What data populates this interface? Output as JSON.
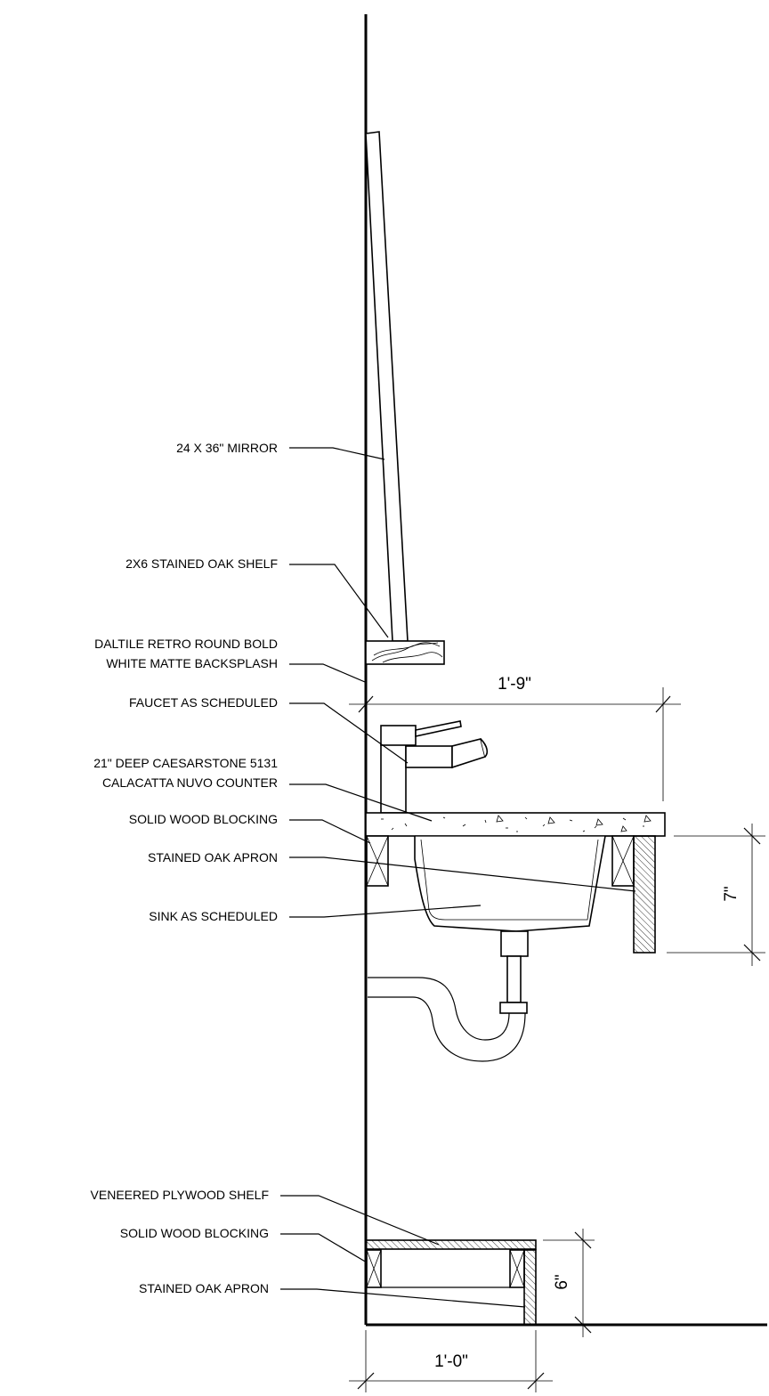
{
  "labels": {
    "mirror": "24 X 36\" MIRROR",
    "shelf": "2X6 STAINED OAK SHELF",
    "backsplash_line1": "DALTILE RETRO ROUND BOLD",
    "backsplash_line2": "WHITE MATTE BACKSPLASH",
    "faucet": "FAUCET AS SCHEDULED",
    "counter_line1": "21\" DEEP CAESARSTONE 5131",
    "counter_line2": "CALACATTA NUVO COUNTER",
    "blocking_upper": "SOLID WOOD BLOCKING",
    "apron_upper": "STAINED OAK APRON",
    "sink": "SINK AS SCHEDULED",
    "plywood_shelf": "VENEERED PLYWOOD SHELF",
    "blocking_lower": "SOLID WOOD BLOCKING",
    "apron_lower": "STAINED OAK APRON"
  },
  "dimensions": {
    "counter_depth": "1'-9\"",
    "apron_height_upper": "7\"",
    "apron_height_lower": "6\"",
    "shelf_depth": "1'-0\""
  }
}
